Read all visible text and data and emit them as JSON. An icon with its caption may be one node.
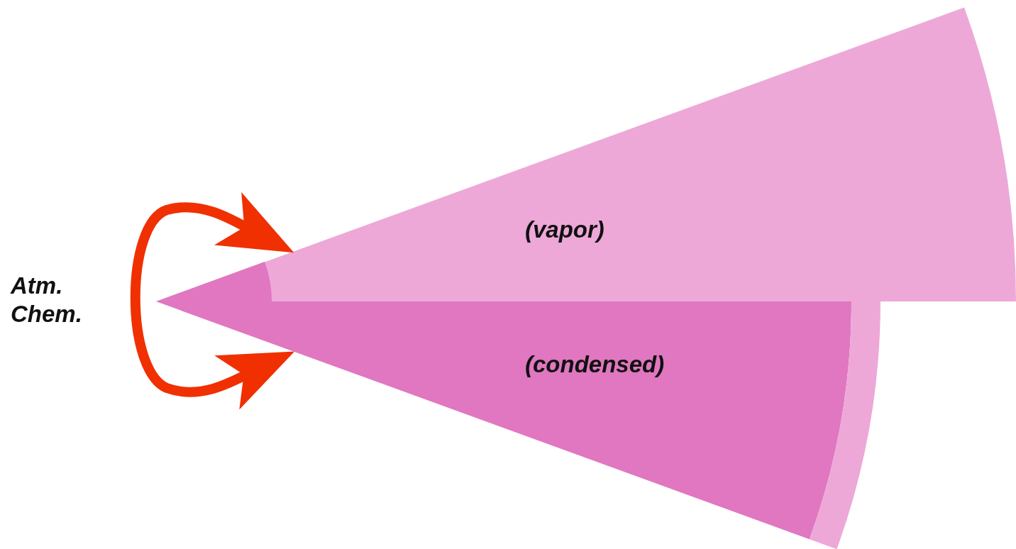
{
  "diagram": {
    "nodes": [
      {
        "text": [
          "(vapor)"
        ]
      },
      {
        "text": [
          "(condensed)"
        ]
      }
    ],
    "edges": [
      {
        "from": 0,
        "to": 1,
        "arrow": "both",
        "color": "#f03000"
      }
    ],
    "labels": [
      "Atm. Chem."
    ]
  }
}
